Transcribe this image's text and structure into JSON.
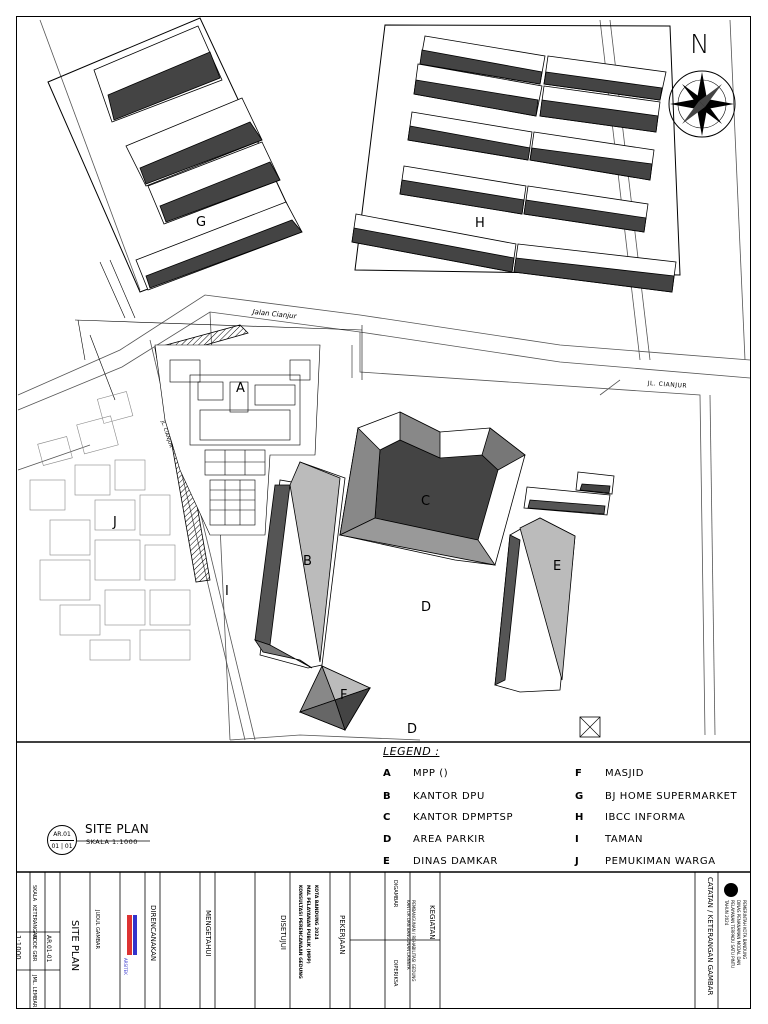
{
  "plan": {
    "areas": {
      "A": "A",
      "B": "B",
      "C": "C",
      "D": "D",
      "D2": "D",
      "E": "E",
      "F": "F",
      "G": "G",
      "H": "H",
      "I": "I",
      "J": "J"
    },
    "north": "N",
    "road_1": "Jalan Cianjur",
    "road_2": "JL. CIANJUR",
    "road_3": "JL. CIANJUR"
  },
  "legend": {
    "title": "LEGEND :",
    "items": [
      {
        "key": "A",
        "label": "MPP ()"
      },
      {
        "key": "B",
        "label": "KANTOR DPU"
      },
      {
        "key": "C",
        "label": "KANTOR DPMPTSP"
      },
      {
        "key": "D",
        "label": "AREA PARKIR"
      },
      {
        "key": "E",
        "label": "DINAS DAMKAR"
      },
      {
        "key": "F",
        "label": "MASJID"
      },
      {
        "key": "G",
        "label": "BJ HOME SUPERMARKET"
      },
      {
        "key": "H",
        "label": "IBCC INFORMA"
      },
      {
        "key": "I",
        "label": "TAMAN"
      },
      {
        "key": "J",
        "label": "PEMUKIMAN WARGA"
      }
    ]
  },
  "site_plan": {
    "title": "SITE PLAN",
    "scale": "SKALA   1:1000",
    "sheet_code": "AR.01",
    "sheet_no": "01 | 01"
  },
  "title_block": {
    "scale_value": "1:1000",
    "scale_hdr": "SKALA",
    "keterangan": "KETERANGAN",
    "kode_gbr": "KODE GBR",
    "jml_lembar": "JML. LEMBAR",
    "sheet_ref": "AR.01-01",
    "drawing_name": "SITE PLAN",
    "drawing_hdr": "JUDUL GAMBAR",
    "direncanakan": "DIRENCANAKAN",
    "mengetahui": "MENGETAHUI",
    "disetujui": "DISETUJUI",
    "pekerjaan": "PEKERJAAN",
    "project_1": "KONSULTASI PERENCANAAN GEDUNG",
    "project_2": "MAL PELAYANAN PUBLIK (MPP)",
    "project_3": "KOTA BANDUNG 2024",
    "kegiatan": "KEGIATAN",
    "kegiatan_value": "PEMBANGUNAN / REHABILITASI GEDUNG KANTOR DAN BANGUNAN LAINNYA",
    "digambar": "DIGAMBAR",
    "diperiksa": "DIPERIKSA",
    "catatan": "CATATAN / KETERANGAN GAMBAR",
    "agency_1": "PEMERINTAH KOTA BANDUNG",
    "agency_2": "DINAS PENANAMAN MODAL DAN",
    "agency_3": "PELAYANAN TERPADU SATU PINTU",
    "agency_4": "TAHUN 2024",
    "logo_text": "ARSITEK"
  }
}
